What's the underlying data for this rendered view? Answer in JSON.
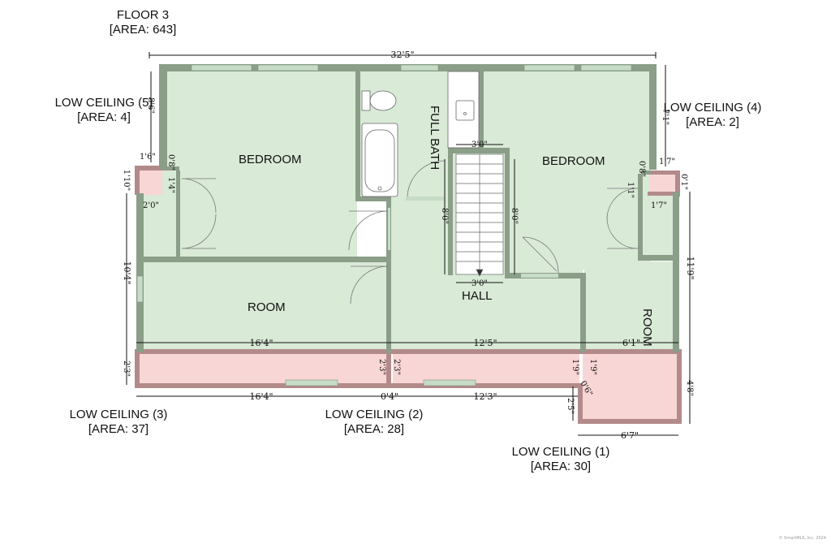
{
  "floor": {
    "title": "FLOOR 3",
    "area": "[AREA: 643]"
  },
  "low_ceilings": [
    {
      "label": "LOW CEILING (5)",
      "area": "[AREA: 4]"
    },
    {
      "label": "LOW CEILING (4)",
      "area": "[AREA: 2]"
    },
    {
      "label": "LOW CEILING (3)",
      "area": "[AREA: 37]"
    },
    {
      "label": "LOW CEILING (2)",
      "area": "[AREA: 28]"
    },
    {
      "label": "LOW CEILING (1)",
      "area": "[AREA: 30]"
    }
  ],
  "rooms": {
    "bedroom_left": "BEDROOM",
    "bedroom_right": "BEDROOM",
    "full_bath": "FULL BATH",
    "room_left": "ROOM",
    "room_right": "ROOM",
    "hall": "HALL"
  },
  "dimensions": {
    "overall_width": "32'5\"",
    "bed_left_height": "8'6\"",
    "closet_left_width": "1'6\"",
    "closet_left_small": "0'8\"",
    "closet_left_h": "1'10\"",
    "closet_left_4": "1'4\"",
    "closet_left_2": "2'0\"",
    "room_left_height": "10'4\"",
    "room_left_width": "16'4\"",
    "hall_width": "12'5\"",
    "room_right_width": "6'1\"",
    "lc_left_h": "2'3\"",
    "lc_mid_h1": "2'3\"",
    "lc_mid_h2": "2'3\"",
    "lc3_width": "16'4\"",
    "lc_div": "0'4\"",
    "lc2_width": "12'3\"",
    "lc1_h1": "1'9\"",
    "lc1_h2": "1'9\"",
    "lc1_small": "0'6\"",
    "lc1_h3": "2'5\"",
    "lc1_width": "6'7\"",
    "lc1_right_h": "4'8\"",
    "right_height": "11'9\"",
    "bed_right_top": "7'1\"",
    "closet_right_w": "1'7\"",
    "closet_right_small1": "0'8\"",
    "closet_right_small2": "0'1\"",
    "closet_right_h": "1'1\"",
    "closet_right_bottom": "1'7\"",
    "stair_top": "3'0\"",
    "stair_bottom": "3'0\"",
    "stair_left_h": "8'0\"",
    "stair_right_h": "8'0\""
  },
  "copyright": "© SmartMLS, Inc. 2024",
  "colors": {
    "wall": "#8a9e88",
    "floor_fill": "#d9ead7",
    "low_ceiling_fill": "#f8d6d6",
    "low_ceiling_wall": "#b38a8a",
    "window": "#c7dcc6"
  }
}
